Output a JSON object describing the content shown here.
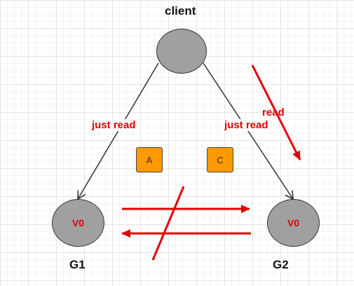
{
  "nodes": {
    "client": {
      "title": "client"
    },
    "g1": {
      "title": "G1",
      "value": "V0"
    },
    "g2": {
      "title": "G2",
      "value": "V0"
    }
  },
  "boxes": {
    "a": "A",
    "c": "C"
  },
  "edges": {
    "client_g1_label": "just read",
    "client_g2_label": "just read",
    "read_label": "read"
  },
  "colors": {
    "node_fill": "#a0a0a0",
    "box_fill": "#ff9900",
    "accent": "#e00000",
    "line": "#333333"
  }
}
